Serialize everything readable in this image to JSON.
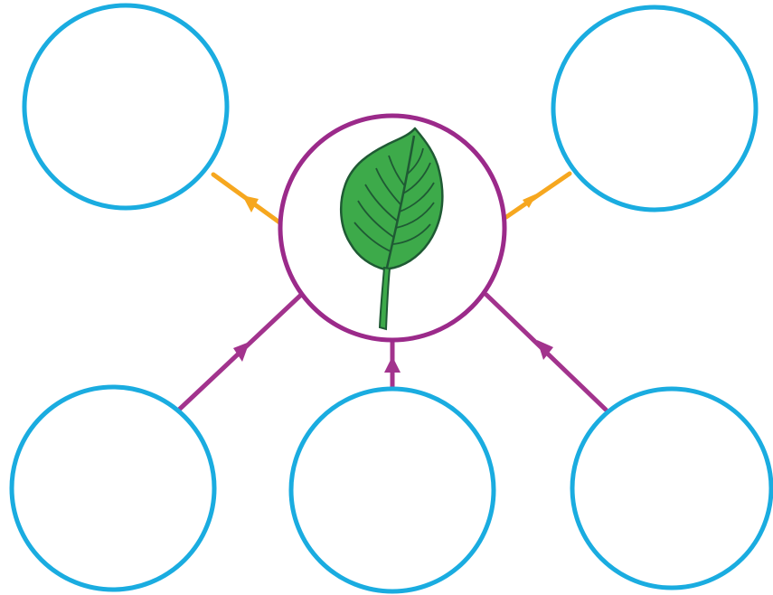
{
  "diagram": {
    "center": {
      "icon": "leaf-icon",
      "ring_color": "#9b2a8a"
    },
    "outputs": [
      {
        "id": "top-left",
        "text": ""
      },
      {
        "id": "top-right",
        "text": ""
      }
    ],
    "inputs": [
      {
        "id": "bottom-left",
        "text": ""
      },
      {
        "id": "bottom-center",
        "text": ""
      },
      {
        "id": "bottom-right",
        "text": ""
      }
    ],
    "colors": {
      "empty_circle": "#1aace0",
      "output_arrow": "#f6a71f",
      "input_arrow": "#a2338d",
      "leaf_fill": "#3daa4a",
      "leaf_vein": "#1f5a34"
    }
  }
}
